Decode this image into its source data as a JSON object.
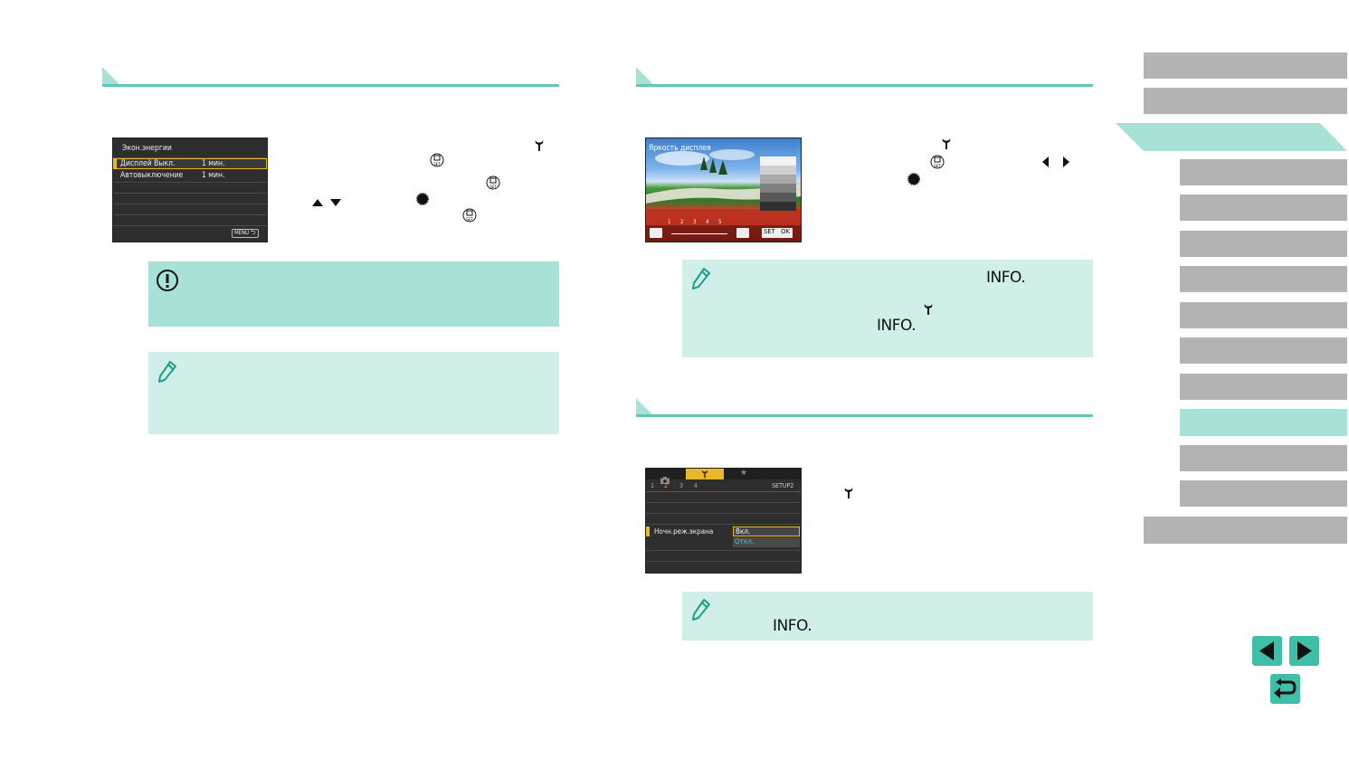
{
  "left_screen": {
    "title": "Экон.энергии",
    "rows": [
      {
        "label": "Дисплей Выкл.",
        "value": "1 мин."
      },
      {
        "label": "Автовыключение",
        "value": "1 мин."
      }
    ],
    "menu_button": "MENU"
  },
  "brightness_screen": {
    "title": "Яркость дисплея",
    "scale_ticks": [
      "1",
      "2",
      "3",
      "4",
      "5"
    ],
    "set_label": "SET",
    "ok_label": "OK"
  },
  "setup_screen": {
    "tabs_numbers": [
      "1",
      "2",
      "3",
      "4"
    ],
    "tab_name": "SETUP2",
    "item_label": "Ночн.реж.экрана",
    "options": [
      "Вкл.",
      "Откл."
    ]
  },
  "notes": {
    "info_label_1": "INFO.",
    "info_label_2": "INFO.",
    "info_label_3": "INFO."
  },
  "colors": {
    "accent": "#5fc8b4",
    "warn_box": "#a8e2d6",
    "note_box": "#d0efe9",
    "nav_gray": "#b3b3b3",
    "highlight": "#e8b82a"
  }
}
